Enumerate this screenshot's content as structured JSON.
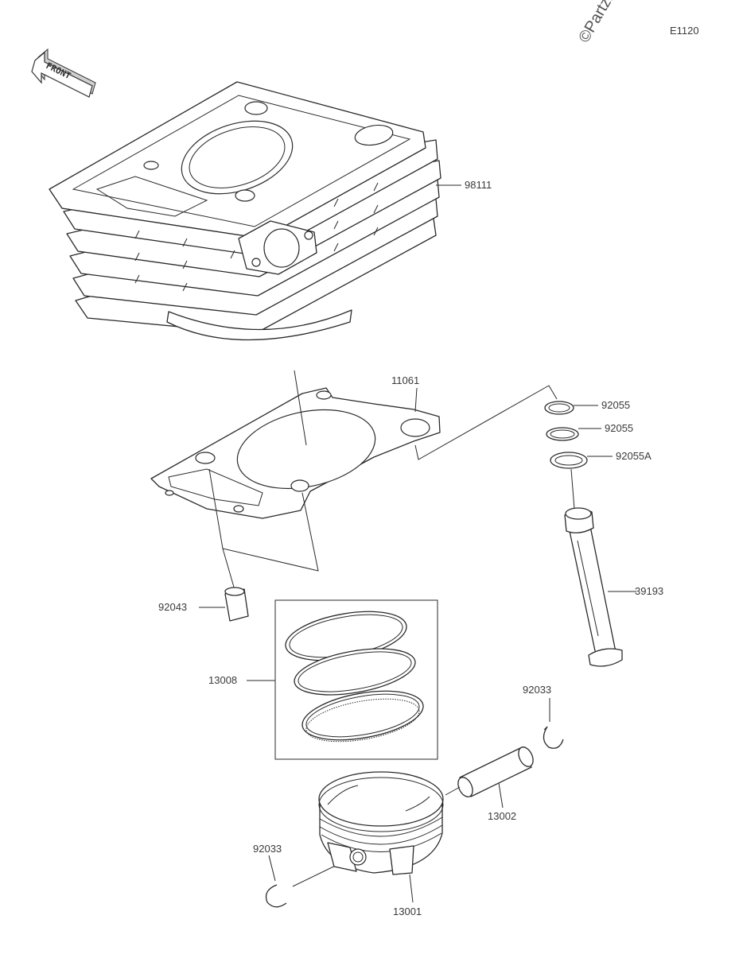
{
  "diagram_code": "E1120",
  "watermark": "©Partzilla",
  "front_label": "FRONT",
  "parts": [
    {
      "id": "cylinder",
      "number": "98111"
    },
    {
      "id": "cylinder-gasket",
      "number": "11061"
    },
    {
      "id": "oring-1",
      "number": "92055"
    },
    {
      "id": "oring-2",
      "number": "92055"
    },
    {
      "id": "oring-3",
      "number": "92055A"
    },
    {
      "id": "pipe",
      "number": "39193"
    },
    {
      "id": "dowel-pin",
      "number": "92043"
    },
    {
      "id": "piston-ring-set",
      "number": "13008"
    },
    {
      "id": "circlip-right",
      "number": "92033"
    },
    {
      "id": "piston-pin",
      "number": "13002"
    },
    {
      "id": "circlip-left",
      "number": "92033"
    },
    {
      "id": "piston",
      "number": "13001"
    }
  ]
}
